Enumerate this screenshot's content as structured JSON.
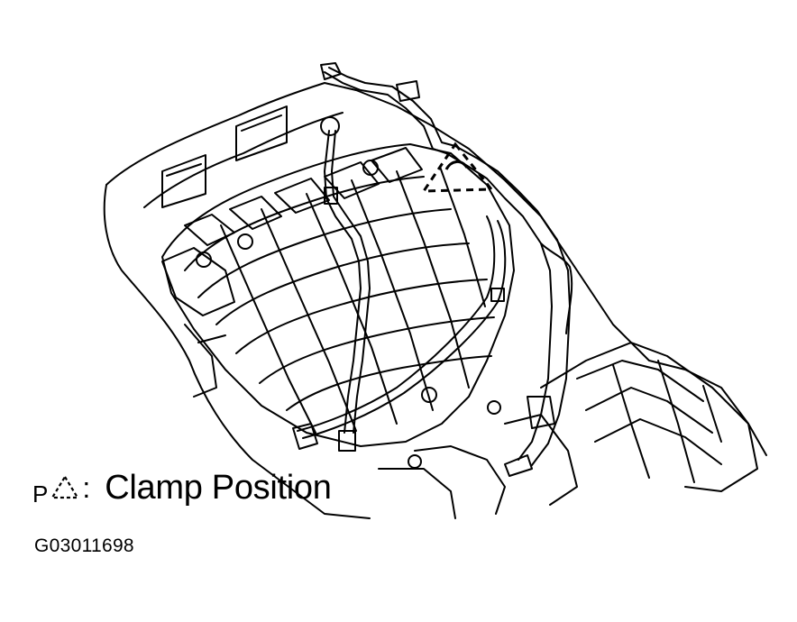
{
  "legend": {
    "prefix": "P",
    "symbol": "dashed-triangle-icon",
    "colon": ":",
    "label": "Clamp Position"
  },
  "figure_code": "G03011698",
  "colors": {
    "line": "#000000",
    "background": "#ffffff"
  }
}
